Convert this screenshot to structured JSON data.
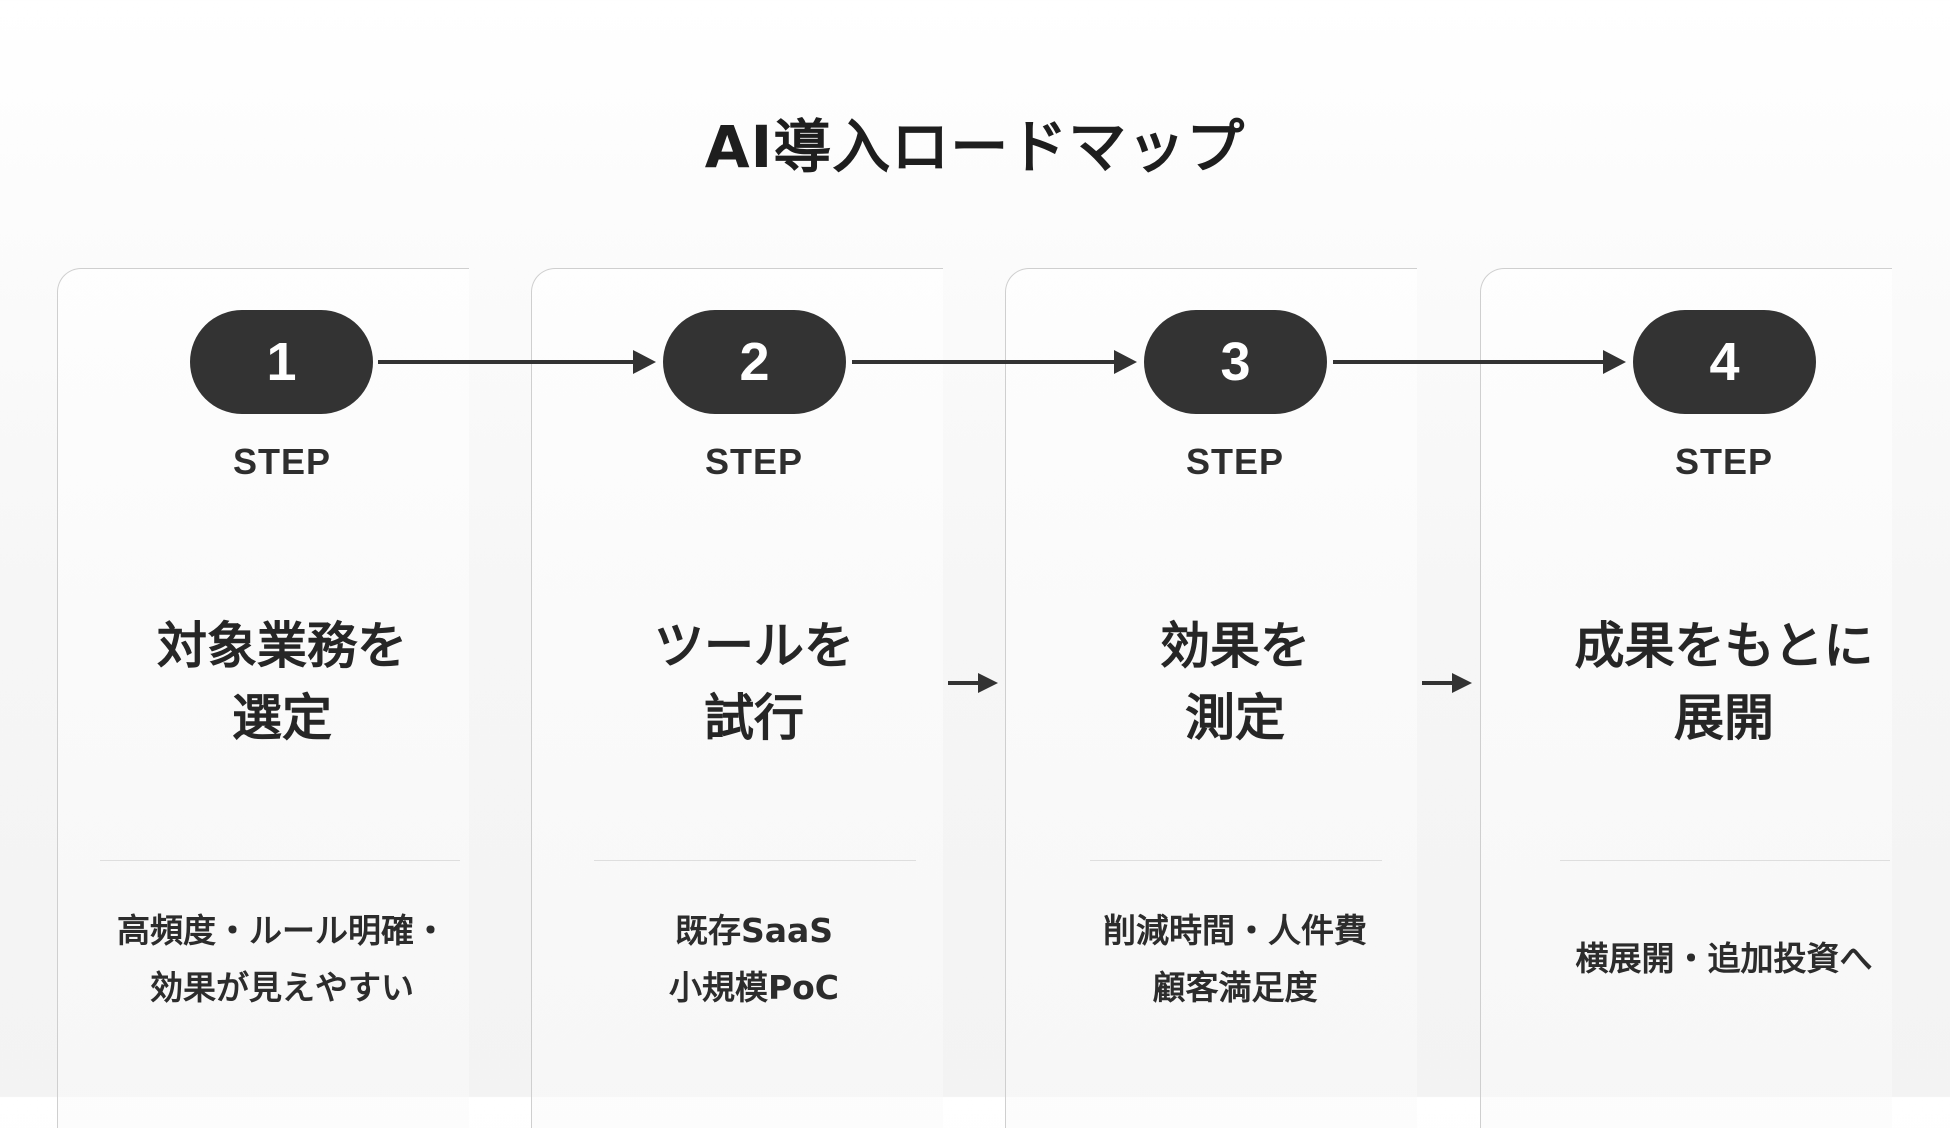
{
  "title": "AI導入ロードマップ",
  "steps": [
    {
      "number": "1",
      "label": "STEP",
      "heading": [
        "対象業務を",
        "選定"
      ],
      "desc": [
        "高頻度・ルール明確・",
        "効果が見えやすい"
      ]
    },
    {
      "number": "2",
      "label": "STEP",
      "heading": [
        "ツールを",
        "試行"
      ],
      "desc": [
        "既存SaaS",
        "小規模PoC"
      ]
    },
    {
      "number": "3",
      "label": "STEP",
      "heading": [
        "効果を",
        "測定"
      ],
      "desc": [
        "削減時間・人件費",
        "顧客満足度"
      ]
    },
    {
      "number": "4",
      "label": "STEP",
      "heading": [
        "成果をもとに",
        "展開"
      ],
      "desc": [
        "横展開・追加投資へ"
      ]
    }
  ],
  "colors": {
    "badge": "#333333",
    "arrow": "#333333",
    "card_border": "#cfcfcf",
    "text": "#262626"
  }
}
